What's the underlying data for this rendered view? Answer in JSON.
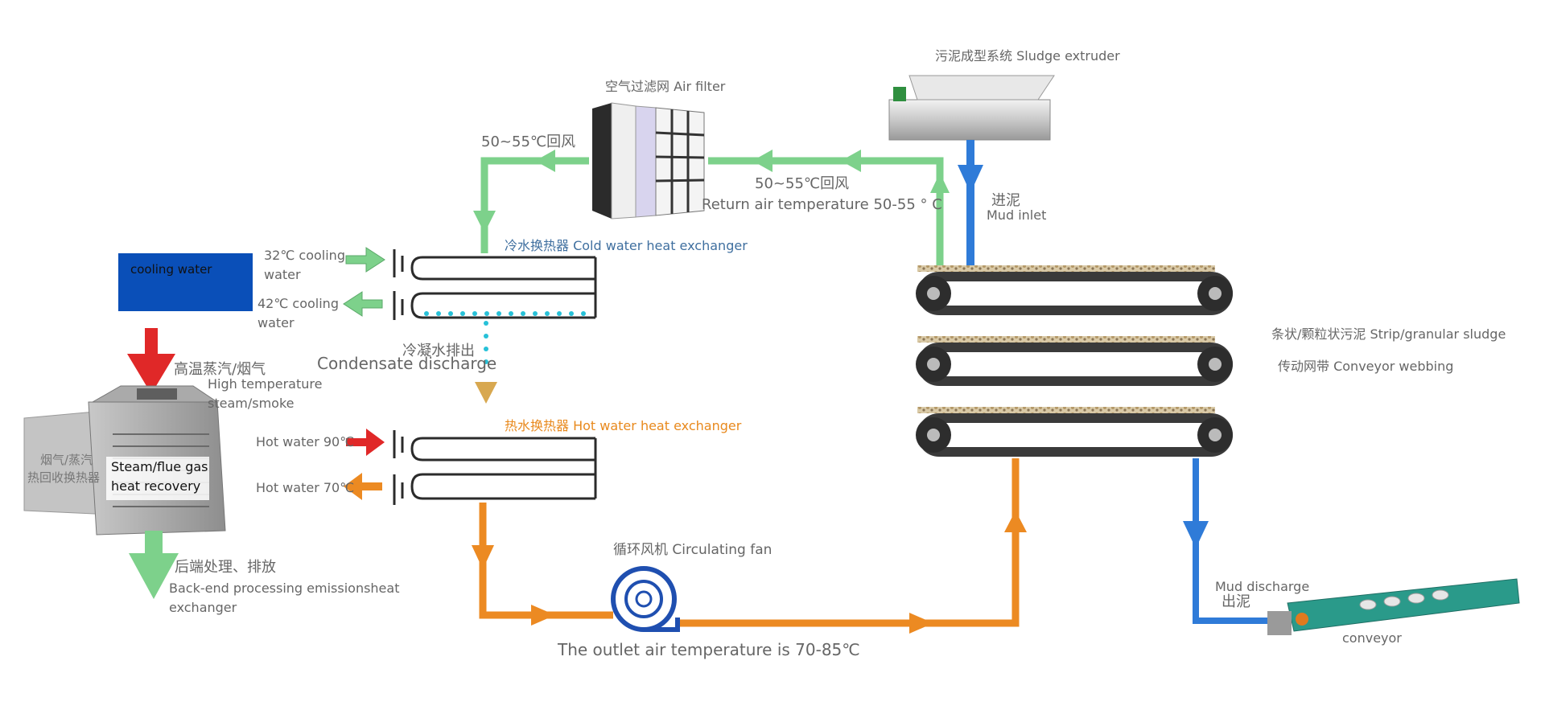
{
  "labels": {
    "sludge_extruder": "污泥成型系统 Sludge extruder",
    "air_filter": "空气过滤网 Air filter",
    "return_air_top": "50~55℃回风",
    "return_air_mid_cn": "50~55℃回风",
    "return_air_mid_en": "Return air temperature 50-55 ° C",
    "mud_inlet_cn": "进泥",
    "mud_inlet_en": "Mud inlet",
    "cold_hx": "冷水换热器 Cold water heat exchanger",
    "cooling_water": "cooling water",
    "cooling_32_line1": "32℃ cooling",
    "cooling_32_line2": "water",
    "cooling_42_line1": "42℃ cooling",
    "cooling_42_line2": "water",
    "condensate_cn": "冷凝水排出",
    "condensate_en": "Condensate discharge",
    "steam_cn": "高温蒸汽/烟气",
    "steam_en_line1": "High temperature",
    "steam_en_line2": "steam/smoke",
    "hx_box_cn_line1": "烟气/蒸汽",
    "hx_box_cn_line2": "热回收换热器",
    "hx_box_en_line1": "Steam/flue gas",
    "hx_box_en_line2": "heat recovery",
    "hot_water_90": "Hot water 90℃",
    "hot_water_70": "Hot water 70℃",
    "hot_hx": "热水换热器 Hot water heat exchanger",
    "backend_cn": "后端处理、排放",
    "backend_en_line1": "Back-end processing emissionsheat",
    "backend_en_line2": "exchanger",
    "circulating_fan": "循环风机 Circulating fan",
    "outlet_air": "The outlet air temperature is 70-85℃",
    "strip_sludge": "条状/颗粒状污泥 Strip/granular sludge",
    "conveyor_webbing": "传动网带 Conveyor webbing",
    "mud_discharge_en": "Mud discharge",
    "mud_discharge_cn": "出泥",
    "conveyor": "conveyor"
  },
  "colors": {
    "green": "#7dd18b",
    "orange": "#ec8a22",
    "blue_pipe": "#2f7bd8",
    "red": "#e02828",
    "cooling_box": "#0a4fb8",
    "belt": "#3a3a3a",
    "conveyor_green": "#2a9a8a"
  }
}
